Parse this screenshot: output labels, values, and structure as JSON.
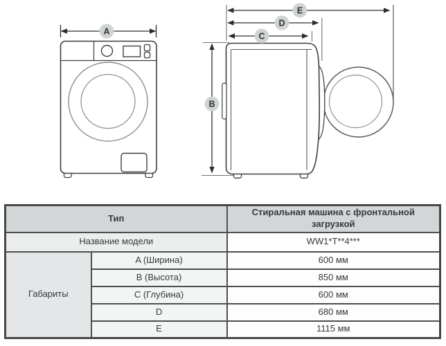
{
  "diagram": {
    "front_view_name": "washing-machine-front-view",
    "side_view_name": "washing-machine-side-view-door-open",
    "labels": [
      {
        "letter": "A"
      },
      {
        "letter": "B"
      },
      {
        "letter": "C"
      },
      {
        "letter": "D"
      },
      {
        "letter": "E"
      }
    ],
    "colors": {
      "label_circle_fill": "#d0d3d4",
      "label_text": "#303234",
      "outline": "#3e3e40",
      "door_circle": "#8b8d8e",
      "dimension_line": "#2c2c2e"
    }
  },
  "table": {
    "header": {
      "type_label": "Тип",
      "type_value": "Стиральная машина с фронтальной загрузкой"
    },
    "model": {
      "label": "Название модели",
      "value": "WW1*T**4***"
    },
    "dimensions": {
      "group_label": "Габариты",
      "rows": [
        {
          "label": "A (Ширина)",
          "value": "600 мм"
        },
        {
          "label": "B (Высота)",
          "value": "850 мм"
        },
        {
          "label": "C (Глубина)",
          "value": "600 мм"
        },
        {
          "label": "D",
          "value": "680 мм"
        },
        {
          "label": "E",
          "value": "1115 мм"
        }
      ]
    }
  }
}
